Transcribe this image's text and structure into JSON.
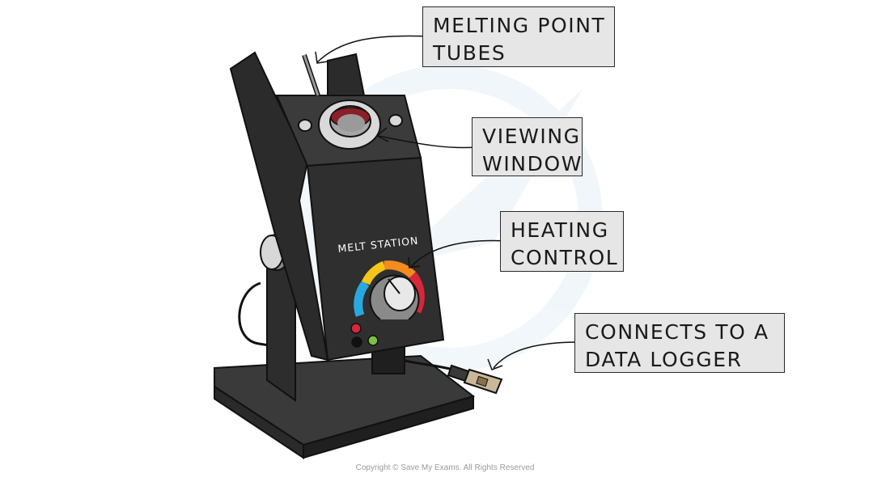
{
  "labels": {
    "tubes": {
      "line1": "MELTING POINT",
      "line2": "TUBES"
    },
    "window": {
      "line1": "VIEWING",
      "line2": "WINDOW"
    },
    "heating": {
      "line1": "HEATING",
      "line2": "CONTROL"
    },
    "logger": {
      "line1": "CONNECTS TO A",
      "line2": "DATA LOGGER"
    }
  },
  "device": {
    "panel_text": "MELT STATION"
  },
  "footer": {
    "copyright": "Copyright © Save My Exams. All Rights Reserved"
  },
  "colors": {
    "body_dark": "#2d2d2d",
    "body_mid": "#3a3a3a",
    "label_fill": "#e6e6e6",
    "dial_red": "#d9263a",
    "dial_orange": "#f28c1e",
    "dial_yellow": "#f5c518",
    "dial_blue": "#29a8e0",
    "led_red": "#d9263a",
    "led_green": "#7cc242"
  }
}
